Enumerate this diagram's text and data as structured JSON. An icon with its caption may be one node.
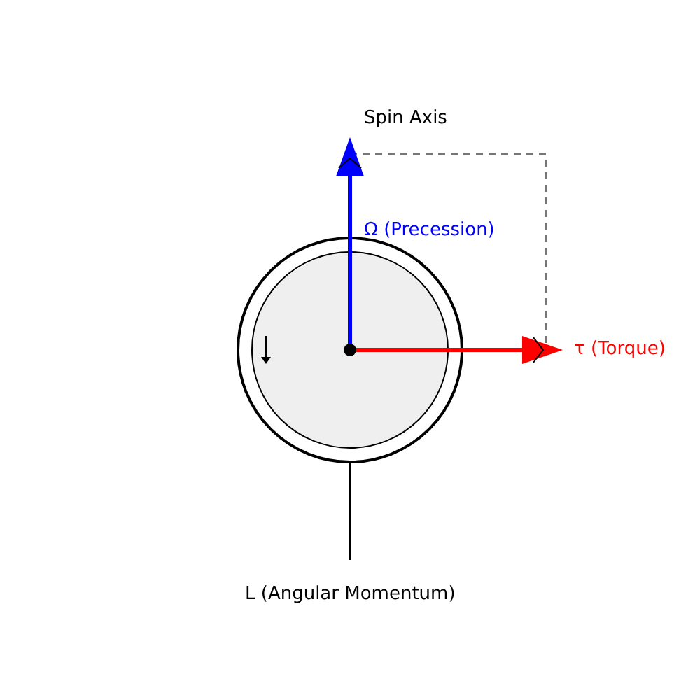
{
  "diagram": {
    "labels": [
      "Spin Axis",
      "Ω (Precession)",
      "τ (Torque)",
      "L (Angular Momentum)"
    ]
  }
}
